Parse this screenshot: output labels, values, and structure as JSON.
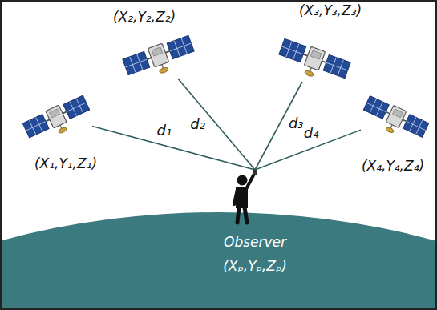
{
  "diagram": {
    "nodes": [
      {
        "text": [
          "(X₁,Y₁,Z₁)"
        ]
      },
      {
        "text": [
          "(X₂,Y₂,Z₂)"
        ]
      },
      {
        "text": [
          "(X₃,Y₃,Z₃)"
        ]
      },
      {
        "text": [
          "(X₄,Y₄,Z₄)"
        ]
      },
      {
        "text": [
          "Observer",
          "(Xₚ,Yₚ,Zₚ)"
        ]
      }
    ],
    "edges": [
      {
        "from": 0,
        "to": 4,
        "arrow": "none",
        "label": "d₁"
      },
      {
        "from": 1,
        "to": 4,
        "arrow": "none",
        "label": "d₂"
      },
      {
        "from": 2,
        "to": 4,
        "arrow": "none",
        "label": "d₃"
      },
      {
        "from": 3,
        "to": 4,
        "arrow": "none",
        "label": "d₄"
      }
    ]
  }
}
